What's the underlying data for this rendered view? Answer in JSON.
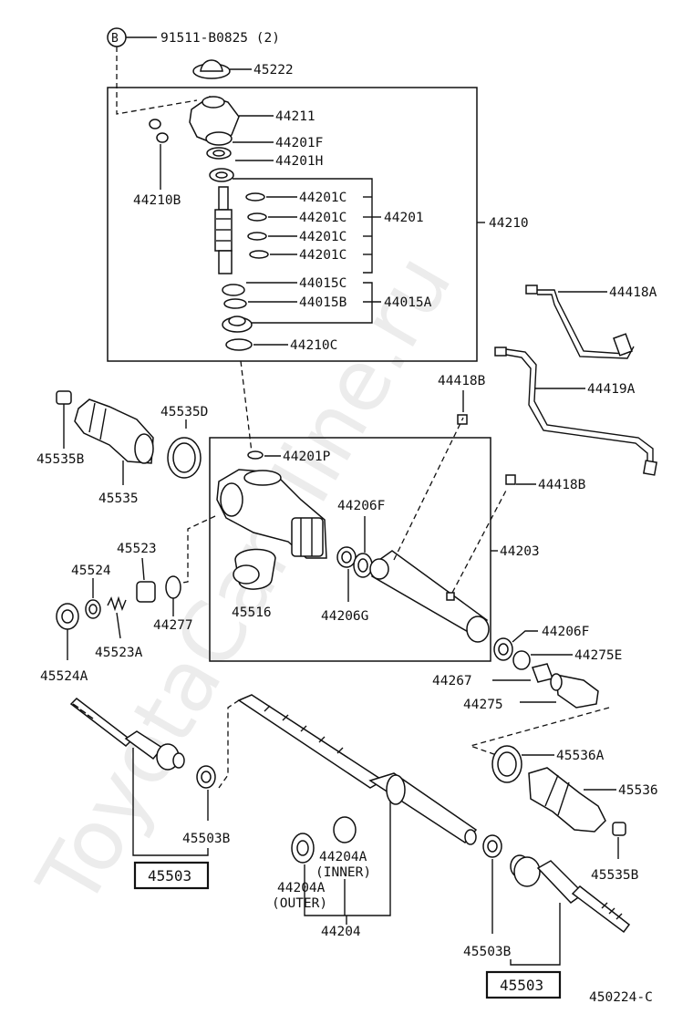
{
  "watermark": "ToyotaCarMine.ru",
  "diagram_code": "450224-C",
  "labels": {
    "circle_b": "B",
    "bolt": "91511-B0825 (2)",
    "p45222": "45222",
    "p44211": "44211",
    "p44201F": "44201F",
    "p44201H": "44201H",
    "p44210B": "44210B",
    "p44201C_1": "44201C",
    "p44201C_2": "44201C",
    "p44201C_3": "44201C",
    "p44201C_4": "44201C",
    "p44201": "44201",
    "p44210": "44210",
    "p44015C": "44015C",
    "p44015B": "44015B",
    "p44015A": "44015A",
    "p44210C": "44210C",
    "p44418A": "44418A",
    "p44419A": "44419A",
    "p44418B_1": "44418B",
    "p44418B_2": "44418B",
    "p45535D": "45535D",
    "p45535B_1": "45535B",
    "p45535": "45535",
    "p44201P": "44201P",
    "p44206F_1": "44206F",
    "p44203": "44203",
    "p45523": "45523",
    "p45524": "45524",
    "p44277": "44277",
    "p45516": "45516",
    "p44206G": "44206G",
    "p45523A": "45523A",
    "p45524A": "45524A",
    "p44206F_2": "44206F",
    "p44275E": "44275E",
    "p44267": "44267",
    "p44275": "44275",
    "p45536A": "45536A",
    "p45536": "45536",
    "p45503B_1": "45503B",
    "p45503_1": "45503",
    "p44204A_inner": "44204A",
    "inner": "(INNER)",
    "p44204A_outer": "44204A",
    "outer": "(OUTER)",
    "p44204": "44204",
    "p45535B_2": "45535B",
    "p45503B_2": "45503B",
    "p45503_2": "45503"
  }
}
